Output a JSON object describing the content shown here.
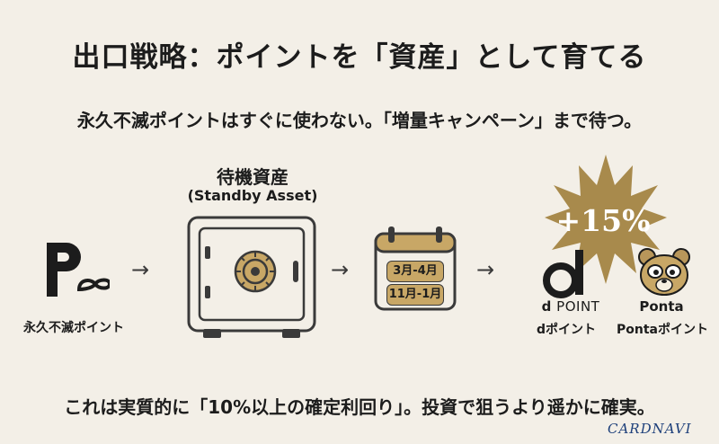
{
  "title": "出口戦略：ポイントを「資産」として育てる",
  "subtitle": "永久不滅ポイントはすぐに使わない。「増量キャンペーン」まで待つ。",
  "flow": {
    "source_label": "永久不滅ポイント",
    "standby_title": "待機資産",
    "standby_subtitle": "(Standby Asset)",
    "calendar_periods": [
      "3月-4月",
      "11月-1月"
    ],
    "arrow_glyph": "→",
    "bonus": "+15%",
    "destinations": [
      {
        "wordmark": "POINT",
        "label": "dポイント"
      },
      {
        "wordmark": "Ponta",
        "label": "Pontaポイント"
      }
    ]
  },
  "bottom_text": "これは実質的に「10%以上の確定利回り」。投資で狙うより遥かに確実。",
  "watermark": "CARDNAVI",
  "colors": {
    "background": "#f3efe7",
    "accent_gold": "#c8a766",
    "burst": "#a88a4c",
    "ink": "#1c1c1c"
  }
}
